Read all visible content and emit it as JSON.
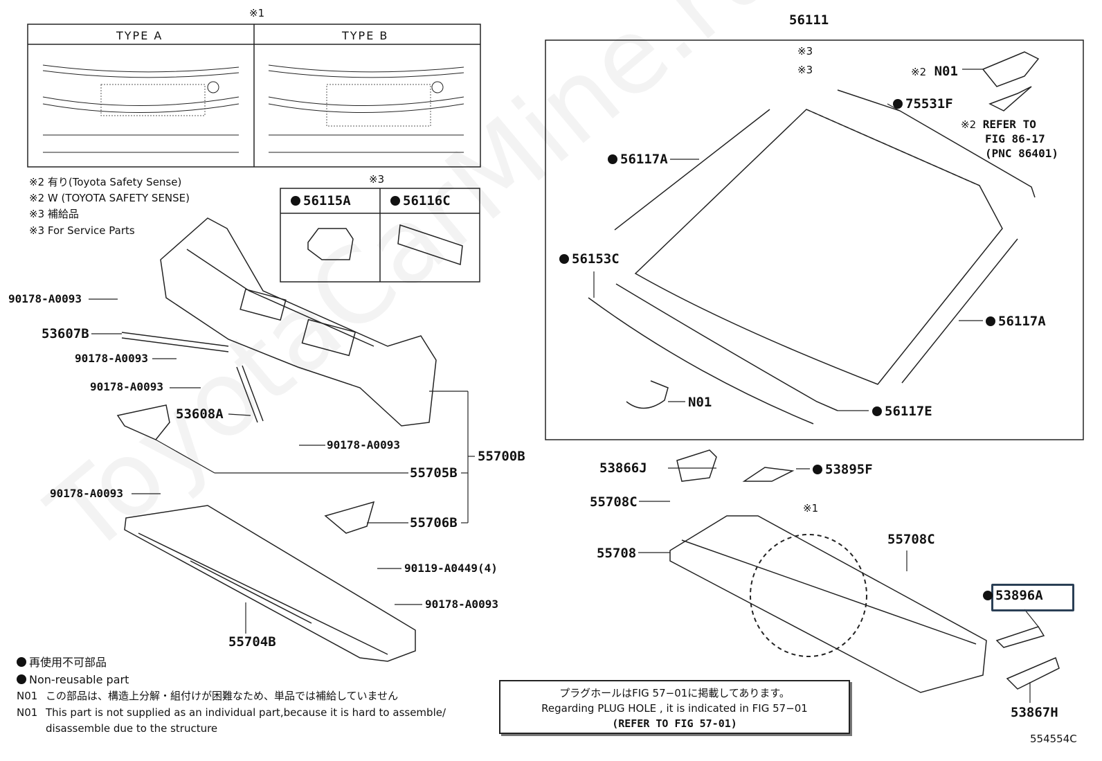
{
  "colors": {
    "line": "#222222",
    "highlight": "#2a3f55",
    "watermark": "#c8c8c8"
  },
  "watermark": "ToyotaCarMine.ru",
  "inset_type": {
    "mark": "※1",
    "type_a": "TYPE A",
    "type_b": "TYPE B"
  },
  "notes_top_left": [
    "※2 有り(Toyota Safety Sense)",
    "※2 W (TOYOTA SAFETY SENSE)",
    "※3 補給品",
    "※3 For Service Parts"
  ],
  "service_box": {
    "mark": "※3",
    "left_part": "56115A",
    "right_part": "56116C"
  },
  "labels": {
    "p90178_1": "90178-A0093",
    "p53607B": "53607B",
    "p90178_2": "90178-A0093",
    "p90178_3": "90178-A0093",
    "p53608A": "53608A",
    "p90178_4": "90178-A0093",
    "p55705B": "55705B",
    "p55700B": "55700B",
    "p90178_5": "90178-A0093",
    "p55706B": "55706B",
    "p90119": "90119-A0449(4)",
    "p90178_6": "90178-A0093",
    "p55704B": "55704B",
    "p56111": "56111",
    "mark3a": "※3",
    "mark3b": "※3",
    "mark2a": "※2",
    "n01_top": "N01",
    "p75531F": "75531F",
    "mark2b": "※2",
    "refer1": "REFER TO",
    "refer2": "FIG 86-17",
    "refer3": "(PNC 86401)",
    "p56117A_top": "56117A",
    "p56153C": "56153C",
    "p56117A_right": "56117A",
    "n01_mid": "N01",
    "p56117E": "56117E",
    "p53866J": "53866J",
    "p53895F": "53895F",
    "p55708C_l": "55708C",
    "mark1": "※1",
    "p55708C_r": "55708C",
    "p55708": "55708",
    "p53896A": "53896A",
    "p53867H": "53867H"
  },
  "legend": {
    "nonreuse_jp": "再使用不可部品",
    "nonreuse_en": "Non-reusable part",
    "n01_jp_key": "N01",
    "n01_jp": "この部品は、構造上分解・組付けが困難なため、単品では補給していません",
    "n01_en_key": "N01",
    "n01_en_1": "This part is not supplied as an individual part,because it is hard to assemble/",
    "n01_en_2": "disassemble due to the structure"
  },
  "note_box": {
    "line1": "プラグホールはFIG 57−01に掲載してあります。",
    "line2": "Regarding  PLUG  HOLE , it is indicated in FIG  57−01",
    "line3": "(REFER TO FIG 57-01)"
  },
  "figure_id": "554554C"
}
